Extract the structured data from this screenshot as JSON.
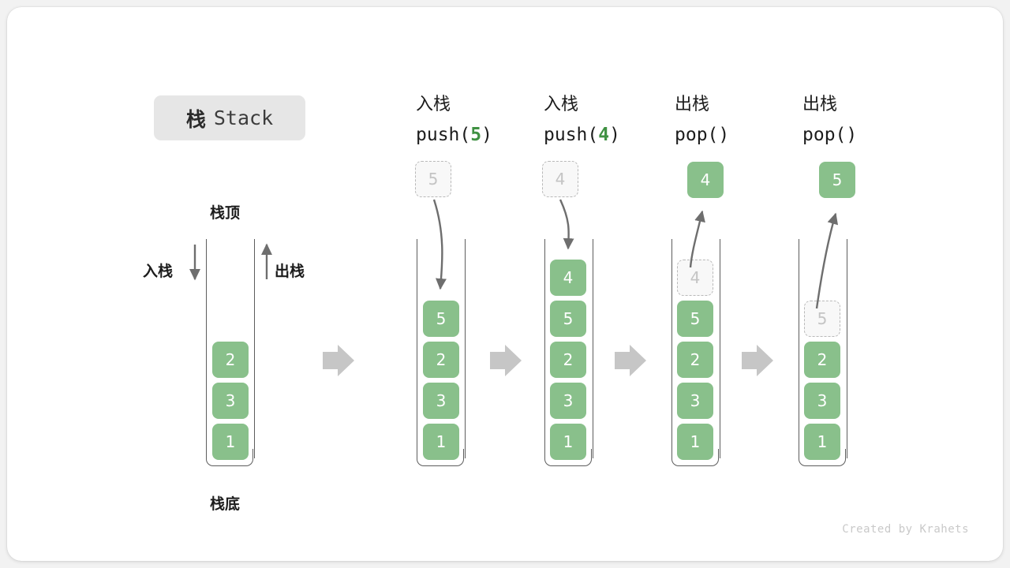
{
  "title": {
    "cn": "栈",
    "en": "Stack"
  },
  "legend": {
    "top_label": "栈顶",
    "bottom_label": "栈底",
    "push_label": "入栈",
    "pop_label": "出栈"
  },
  "footer": "Created by Krahets",
  "colors": {
    "element_fill": "#89c08b",
    "element_text": "#ffffff",
    "ghost_border": "#b9b9b9",
    "ghost_text": "#c4c4c4",
    "tube_line": "#5d5d5d",
    "accent_green": "#3f9142",
    "flow_arrow": "#c6c6c6",
    "badge_bg": "#e6e6e6",
    "page_bg": "#f2f2f2",
    "card_bg": "#ffffff"
  },
  "steps": [
    {
      "id": "initial",
      "op_cn": "",
      "op_code_prefix": "",
      "op_code_arg": "",
      "op_code_suffix": "",
      "stack": [
        "2",
        "3",
        "1"
      ],
      "ghost_in_tube": null,
      "ghost_above": null,
      "popped": null
    },
    {
      "id": "push-5",
      "op_cn": "入栈",
      "op_code_prefix": "push(",
      "op_code_arg": "5",
      "op_code_suffix": ")",
      "stack": [
        "5",
        "2",
        "3",
        "1"
      ],
      "ghost_in_tube": null,
      "ghost_above": "5",
      "popped": null
    },
    {
      "id": "push-4",
      "op_cn": "入栈",
      "op_code_prefix": "push(",
      "op_code_arg": "4",
      "op_code_suffix": ")",
      "stack": [
        "4",
        "5",
        "2",
        "3",
        "1"
      ],
      "ghost_in_tube": null,
      "ghost_above": "4",
      "popped": null
    },
    {
      "id": "pop-4",
      "op_cn": "出栈",
      "op_code_prefix": "pop(",
      "op_code_arg": "",
      "op_code_suffix": ")",
      "stack": [
        "5",
        "2",
        "3",
        "1"
      ],
      "ghost_in_tube": "4",
      "ghost_above": null,
      "popped": "4"
    },
    {
      "id": "pop-5",
      "op_cn": "出栈",
      "op_code_prefix": "pop(",
      "op_code_arg": "",
      "op_code_suffix": ")",
      "stack": [
        "2",
        "3",
        "1"
      ],
      "ghost_in_tube": "5",
      "ghost_above": null,
      "popped": "5"
    }
  ]
}
